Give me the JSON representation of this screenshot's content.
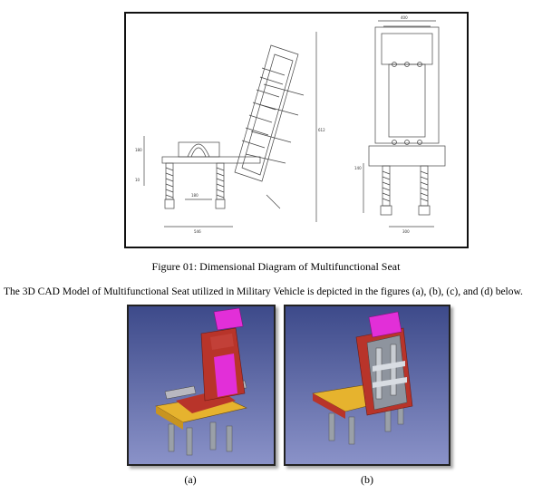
{
  "figure": {
    "caption": "Figure 01: Dimensional Diagram of Multifunctional Seat",
    "dimension_labels": [
      "546",
      "612",
      "10",
      "180",
      "180",
      "140",
      "400",
      "300"
    ]
  },
  "body_text": "The 3D CAD Model of Multifunctional Seat utilized in Military Vehicle is depicted in the figures (a), (b), (c), and (d) below.",
  "panels": [
    {
      "label": "(a)"
    },
    {
      "label": "(b)"
    }
  ],
  "colors": {
    "cad_background_top": "#3d4a8a",
    "cad_background_bottom": "#8a92c8",
    "seat_red": "#b8342a",
    "seat_yellow": "#e6b32e",
    "seat_magenta": "#e22fd8",
    "spring_gray": "#9aa0a8"
  }
}
